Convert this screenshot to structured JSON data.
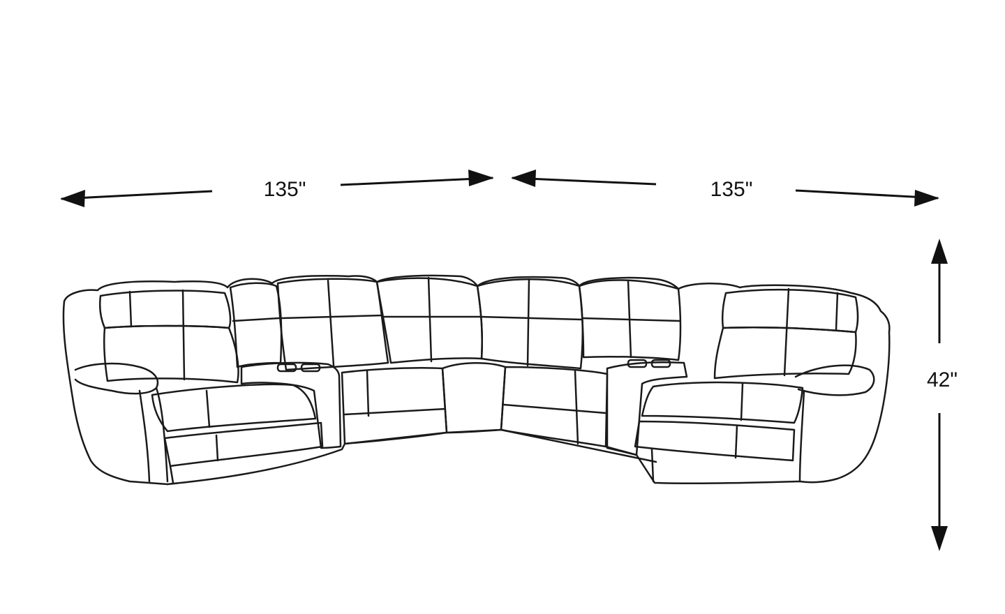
{
  "dimensions": {
    "left_width": "135\"",
    "right_width": "135\"",
    "height": "42\""
  },
  "colors": {
    "line": "#111111",
    "background": "#ffffff"
  },
  "icons": {
    "arrow": "arrow-icon"
  }
}
